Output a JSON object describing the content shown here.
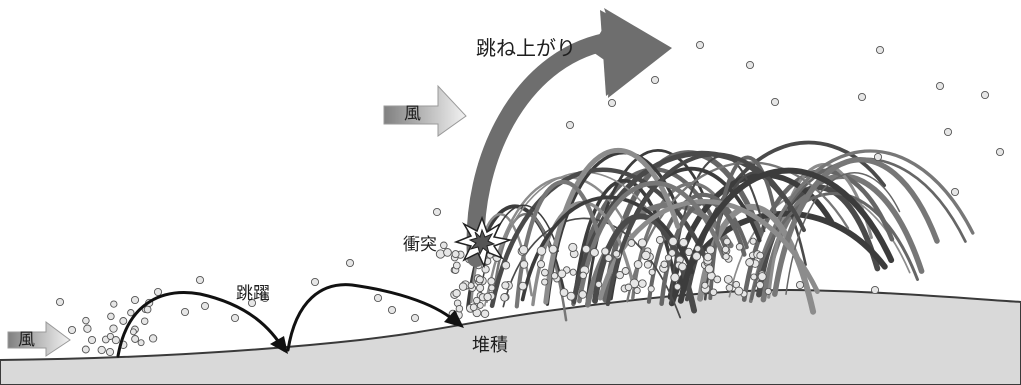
{
  "labels": {
    "splash_up": "跳ね上がり",
    "wind_upper": "風",
    "wind_lower": "風",
    "saltation": "跳躍",
    "collision": "衝突",
    "deposition": "堆積"
  },
  "colors": {
    "ground_fill": "#d9d9d9",
    "ground_line": "#3a3a3a",
    "big_arrow": "#6e6e6e",
    "hop_arrow": "#111111",
    "grass_dark": "#3c3c3c",
    "grass_mid": "#666666",
    "grass_light": "#8c8c8c",
    "grain_fill": "#e6e6e6",
    "grain_stroke": "#555555",
    "wind_arrow_start": "#808080",
    "wind_arrow_end": "#f2f2f2"
  },
  "icons": {
    "collision": "explosion-burst-icon",
    "wind": "wind-arrow-icon"
  }
}
